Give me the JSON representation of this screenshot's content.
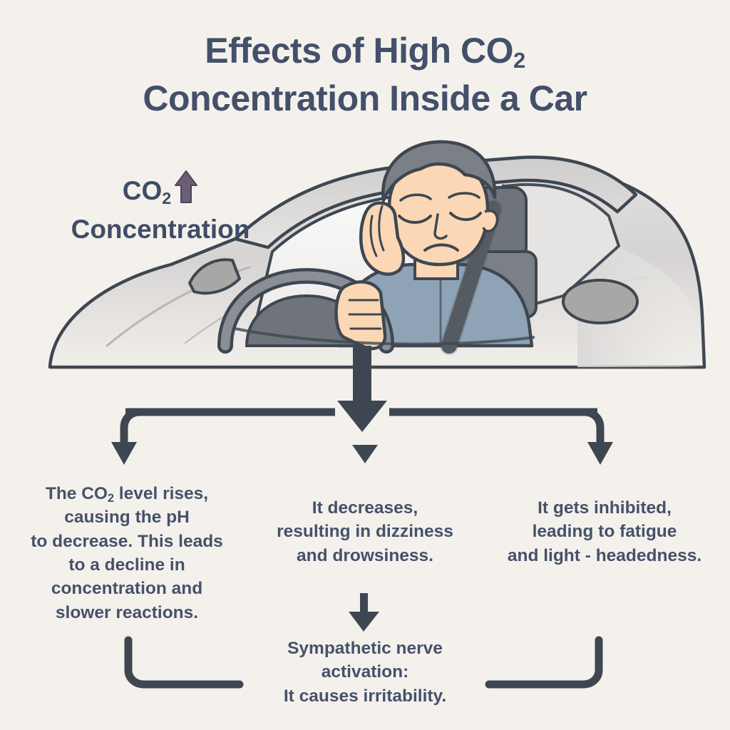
{
  "meta": {
    "background_color": "#f4f1ec",
    "title_color": "#44506a",
    "body_text_color": "#46516b",
    "arrow_color": "#3e4751",
    "co2_arrow_color": "#6b5f78",
    "car_body_color": "#d9d7d6",
    "car_outline_color": "#3e4751",
    "skin_color": "#fbd7b5",
    "hair_color": "#7b8087",
    "shirt_color": "#8ea3b5",
    "seat_color": "#6f747a"
  },
  "title": {
    "line1_before": "Effects of High CO",
    "line1_sub": "2",
    "line2": "Concentration Inside a Car"
  },
  "co2_label": {
    "prefix": "CO",
    "sub": "2",
    "arrow_icon": "up-arrow-icon",
    "word": "Concentration"
  },
  "illustration": {
    "name": "tired-driver-in-car",
    "elements": [
      "car-body",
      "windshield",
      "side-window",
      "side-mirror",
      "steering-wheel",
      "headrest",
      "seatbelt",
      "driver-head",
      "driver-hand-on-temple",
      "driver-torso"
    ]
  },
  "branches": {
    "left": {
      "lines": [
        "The CO₂ level rises,",
        "causing the pH",
        "to decrease. This leads",
        "to a decline in",
        "concentration and",
        "slower reactions."
      ],
      "line1_before": "The CO",
      "line1_sub": "2",
      "line1_after": " level rises,"
    },
    "center": {
      "lines": [
        "It decreases,",
        "resulting in dizziness",
        "and drowsiness."
      ]
    },
    "right": {
      "lines": [
        "It gets inhibited,",
        "leading to fatigue",
        "and light - headedness."
      ]
    },
    "bottom": {
      "lines": [
        "Sympathetic nerve",
        "activation:",
        "It causes irritability."
      ]
    }
  },
  "connectors": [
    {
      "name": "main-down-arrow-from-car",
      "direction": "down"
    },
    {
      "name": "horizontal-split-bar",
      "direction": "horizontal"
    },
    {
      "name": "left-branch-elbow-arrow",
      "direction": "down-left"
    },
    {
      "name": "center-small-triangle-arrow",
      "direction": "down"
    },
    {
      "name": "right-branch-elbow-arrow",
      "direction": "down-right"
    },
    {
      "name": "center-to-bottom-arrow",
      "direction": "down"
    },
    {
      "name": "left-return-elbow",
      "direction": "down-right"
    },
    {
      "name": "right-return-elbow",
      "direction": "down-left"
    }
  ]
}
